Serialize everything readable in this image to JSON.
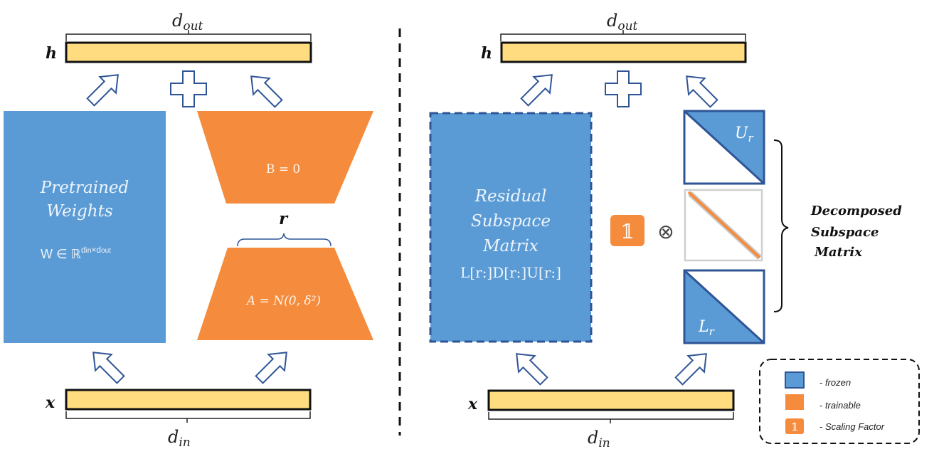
{
  "left": {
    "h_label": "h",
    "x_label": "x",
    "d_out_label": "d",
    "d_out_sub": "out",
    "d_in_label": "d",
    "d_in_sub": "in",
    "pretrained_line1": "Pretrained",
    "pretrained_line2": "Weights",
    "pretrained_formula": "W ∈ ℝ",
    "pretrained_formula_sup": "d",
    "pretrained_formula_sup2": "in",
    "pretrained_formula_sup3": "×d",
    "pretrained_formula_sup4": "out",
    "b_label": "B = 0",
    "a_label": "A = N(0, δ²)",
    "r_label": "r"
  },
  "right": {
    "h_label": "h",
    "x_label": "x",
    "d_out_label": "d",
    "d_out_sub": "out",
    "d_in_label": "d",
    "d_in_sub": "in",
    "residual_line1": "Residual",
    "residual_line2": "Subspace",
    "residual_line3": "Matrix",
    "residual_formula": "L[r:]D[r:]U[r:]",
    "u_label": "U",
    "u_sub": "r",
    "l_label": "L",
    "l_sub": "r",
    "scaling_glyph": "𝟙",
    "otimes": "⊗",
    "decomposed_line1": "Decomposed",
    "decomposed_line2": "Subspace",
    "decomposed_line3": "Matrix"
  },
  "legend": {
    "frozen": "- frozen",
    "trainable": "- trainable",
    "scaling": "- Scaling Factor",
    "scaling_glyph": "𝟙"
  },
  "colors": {
    "blue": "#5b9bd5",
    "blue_border": "#2f5597",
    "orange": "#f58b3c",
    "bar_fill": "#fedc7f",
    "arrow": "#2f5597"
  }
}
